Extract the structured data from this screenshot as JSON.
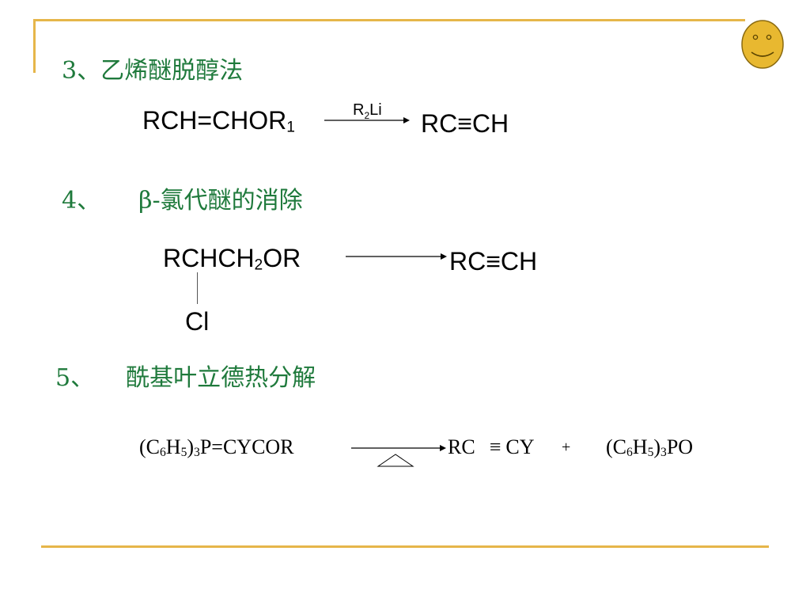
{
  "sections": [
    {
      "heading": "3、乙烯醚脱醇法",
      "reactant": {
        "main": "RCH=CHOR",
        "sub": "1"
      },
      "reagent": {
        "r": "R",
        "sub": "2",
        "rest": "Li"
      },
      "product": "RC≡CH"
    },
    {
      "heading_num": "4、",
      "heading_text": "β-氯代醚的消除",
      "reactant": {
        "a": "RCHCH",
        "sub": "2",
        "b": "OR"
      },
      "substituent": "Cl",
      "product": "RC≡CH"
    },
    {
      "heading_num": "5、",
      "heading_text": "酰基叶立德热分解",
      "reactant": {
        "open": "(C",
        "s1": "6",
        "h": "H",
        "s2": "5",
        "close": ")",
        "s3": "3",
        "rest": "P=CYCOR"
      },
      "product": {
        "a": "RC",
        "triple": "≡",
        "b": "CY"
      },
      "plus": "+",
      "byproduct": {
        "open": "(C",
        "s1": "6",
        "h": "H",
        "s2": "5",
        "close": ")",
        "s3": "3",
        "rest": "PO"
      }
    }
  ],
  "colors": {
    "heading": "#1f7a3c",
    "frame": "#e6b64a",
    "smiley": "#e8b830"
  },
  "icons": {
    "smiley": "smiley-face-icon",
    "heat": "heat-triangle-icon"
  }
}
